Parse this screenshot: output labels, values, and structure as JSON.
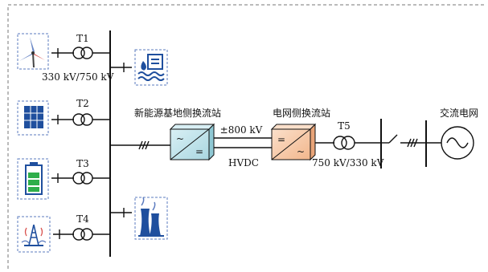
{
  "sources": [
    {
      "label": "T1",
      "icon": "wind-turbine-icon"
    },
    {
      "label": "T2",
      "icon": "solar-panel-icon"
    },
    {
      "label": "T3",
      "icon": "battery-icon"
    },
    {
      "label": "T4",
      "icon": "radio-tower-icon"
    }
  ],
  "t1_ratio": "330 kV/750 kV",
  "loads": [
    {
      "icon": "hydro-power-icon"
    },
    {
      "icon": "thermal-power-plant-icon"
    }
  ],
  "sending_station": {
    "label": "新能源基地侧换流站",
    "ac_symbol": "~",
    "dc_symbol": "="
  },
  "receiving_station": {
    "label": "电网侧换流站",
    "ac_symbol": "~",
    "dc_symbol": "="
  },
  "dc_voltage": "±800 kV",
  "hvdc_label": "HVDC",
  "t5": {
    "label": "T5",
    "ratio": "750 kV/330 kV"
  },
  "ac_grid_label": "交流电网",
  "colors": {
    "icon_blue": "#1f4f9e",
    "icon_border": "#5b7bbf",
    "sending_fill": "#bfe2ea",
    "receiving_fill": "#f7c9a6",
    "battery_green": "#2eae4a"
  }
}
